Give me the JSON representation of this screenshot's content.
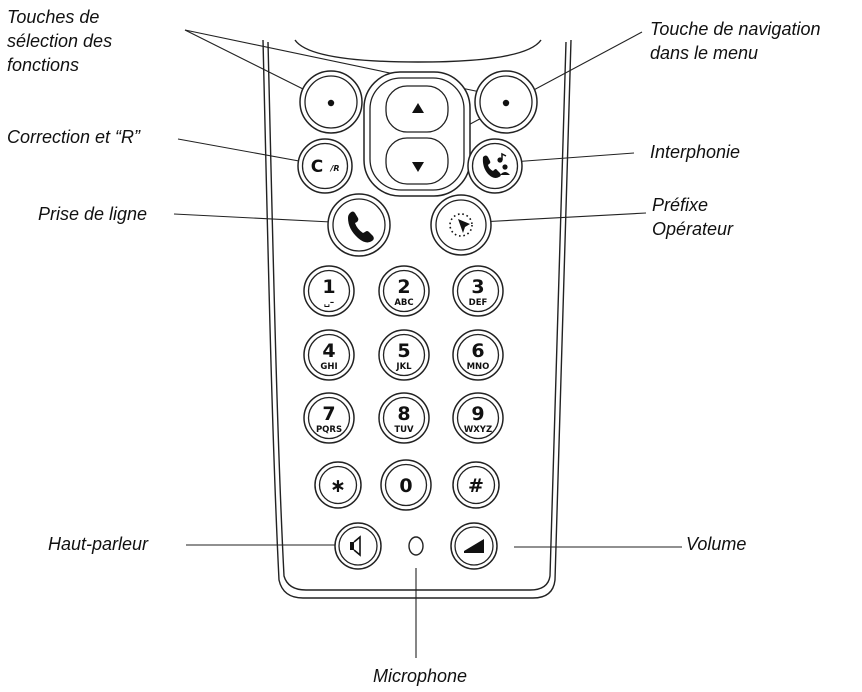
{
  "callouts": {
    "function_keys": "Touches de\nsélection des\nfonctions",
    "menu_navigation": "Touche de navigation\ndans le menu",
    "correction": "Correction et “R”",
    "intercom": "Interphonie",
    "line": "Prise de ligne",
    "operator_prefix": "Préfixe\nOpérateur",
    "speaker": "Haut-parleur",
    "volume": "Volume",
    "microphone": "Microphone"
  },
  "keys": {
    "correction": "C",
    "correction_sub": "/R",
    "digits": [
      {
        "main": "1",
        "sub": "␣–"
      },
      {
        "main": "2",
        "sub": "ABC"
      },
      {
        "main": "3",
        "sub": "DEF"
      },
      {
        "main": "4",
        "sub": "GHI"
      },
      {
        "main": "5",
        "sub": "JKL"
      },
      {
        "main": "6",
        "sub": "MNO"
      },
      {
        "main": "7",
        "sub": "PQRS"
      },
      {
        "main": "8",
        "sub": "TUV"
      },
      {
        "main": "9",
        "sub": "WXYZ"
      }
    ],
    "star": "∗",
    "zero": "0",
    "hash": "#"
  }
}
